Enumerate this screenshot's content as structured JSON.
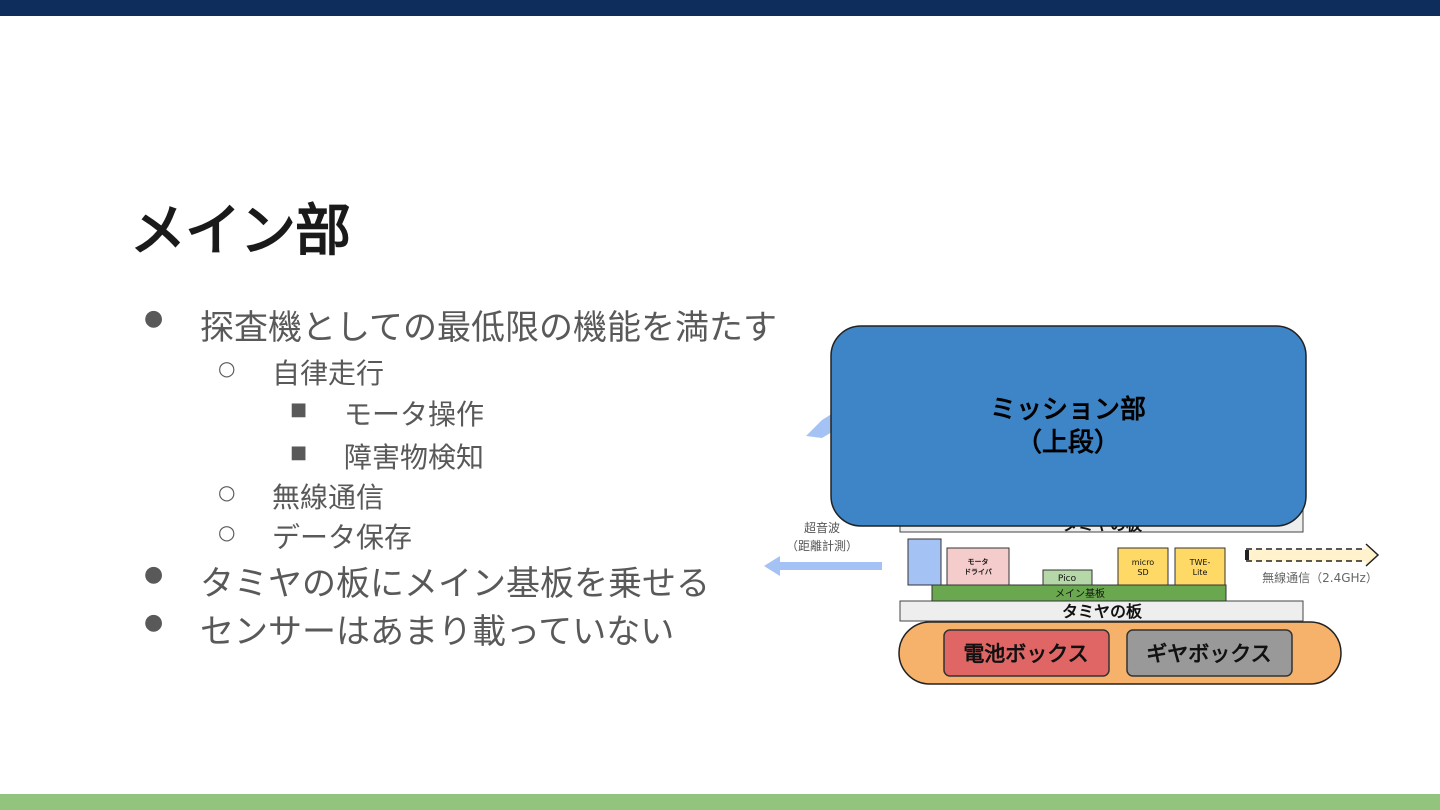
{
  "slide": {
    "title": "メイン部",
    "bullets": [
      {
        "level": 1,
        "marker": "●",
        "text": "探査機としての最低限の機能を満たす"
      },
      {
        "level": 2,
        "marker": "○",
        "text": "自律走行"
      },
      {
        "level": 3,
        "marker": "■",
        "text": "モータ操作"
      },
      {
        "level": 3,
        "marker": "■",
        "text": "障害物検知"
      },
      {
        "level": 2,
        "marker": "○",
        "text": "無線通信"
      },
      {
        "level": 2,
        "marker": "○",
        "text": "データ保存"
      },
      {
        "level": 1,
        "marker": "●",
        "text": "タミヤの板にメイン基板を乗せる"
      },
      {
        "level": 1,
        "marker": "●",
        "text": "センサーはあまり載っていない"
      }
    ]
  },
  "diagram": {
    "mission": {
      "line1": "ミッション部",
      "line2": "（上段）"
    },
    "upper_plate_label": "タミヤの板",
    "ultrasonic": {
      "line1": "超音波",
      "line2": "（距離計測）"
    },
    "motor_driver": {
      "line1": "モータ",
      "line2": "ドライバ"
    },
    "pico": "Pico",
    "microsd": {
      "line1": "micro",
      "line2": "SD"
    },
    "twelite": {
      "line1": "TWE-",
      "line2": "Lite"
    },
    "main_board": "メイン基板",
    "lower_plate_label": "タミヤの板",
    "battery_box": "電池ボックス",
    "gearbox": "ギヤボックス",
    "wireless": "無線通信（2.4GHz）",
    "colors": {
      "mission": "#3d85c6",
      "battery": "#e06666",
      "gearbox": "#999999",
      "chassis": "#f6b26b",
      "main_board": "#6aa84f",
      "pico": "#b6d7a8",
      "yellow_module": "#ffd966",
      "motor_driver": "#f4cccc",
      "sensor": "#a4c2f4",
      "plate": "#eeeeee"
    }
  }
}
